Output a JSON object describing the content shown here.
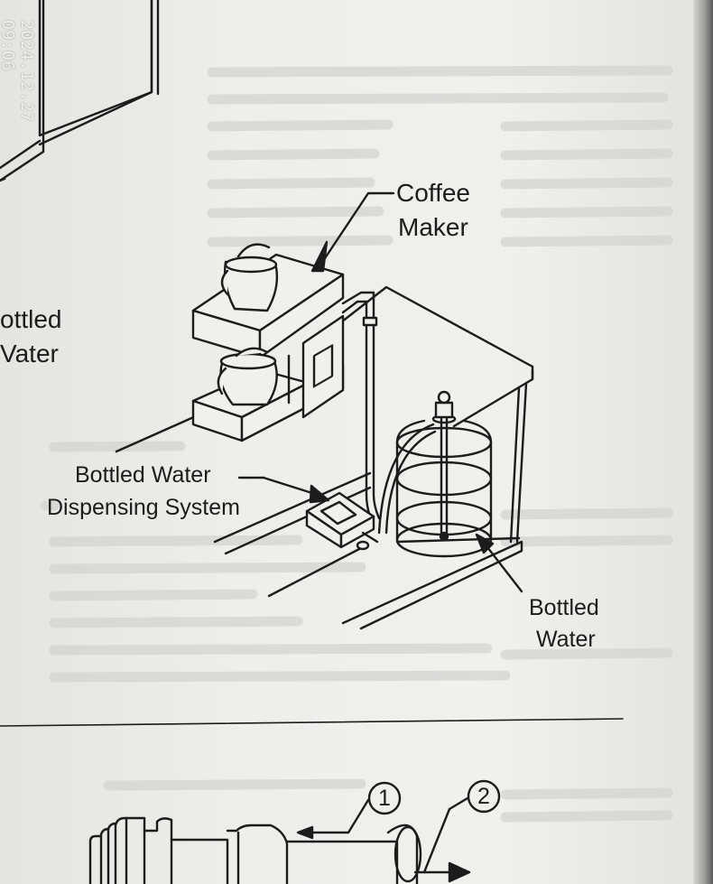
{
  "timestamp": "2024.12.27 09:06",
  "labels": {
    "coffee_maker_l1": "Coffee",
    "coffee_maker_l2": "Maker",
    "left_bottled_l1": "ottled",
    "left_bottled_l2": "Vater",
    "dispensing_l1": "Bottled Water",
    "dispensing_l2": "Dispensing System",
    "bottled_l1": "Bottled",
    "bottled_l2": "Water"
  },
  "callouts": {
    "one": "1",
    "two": "2"
  },
  "colors": {
    "ink": "#1c1c1c",
    "paper": "#eeeeeb",
    "faded_text": "#d6d6d3"
  }
}
